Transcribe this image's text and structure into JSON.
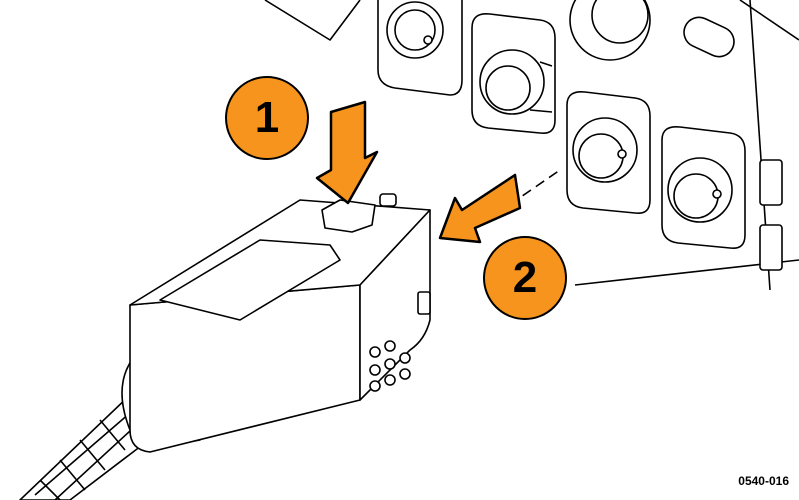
{
  "steps": [
    {
      "number": "1",
      "action": "press-button-down"
    },
    {
      "number": "2",
      "action": "insert-into-connector"
    }
  ],
  "figure_id": "0540-016",
  "colors": {
    "callout": "#F7941D",
    "outline": "#000000"
  },
  "icons": [
    "down-arrow-icon",
    "left-arrow-icon"
  ]
}
